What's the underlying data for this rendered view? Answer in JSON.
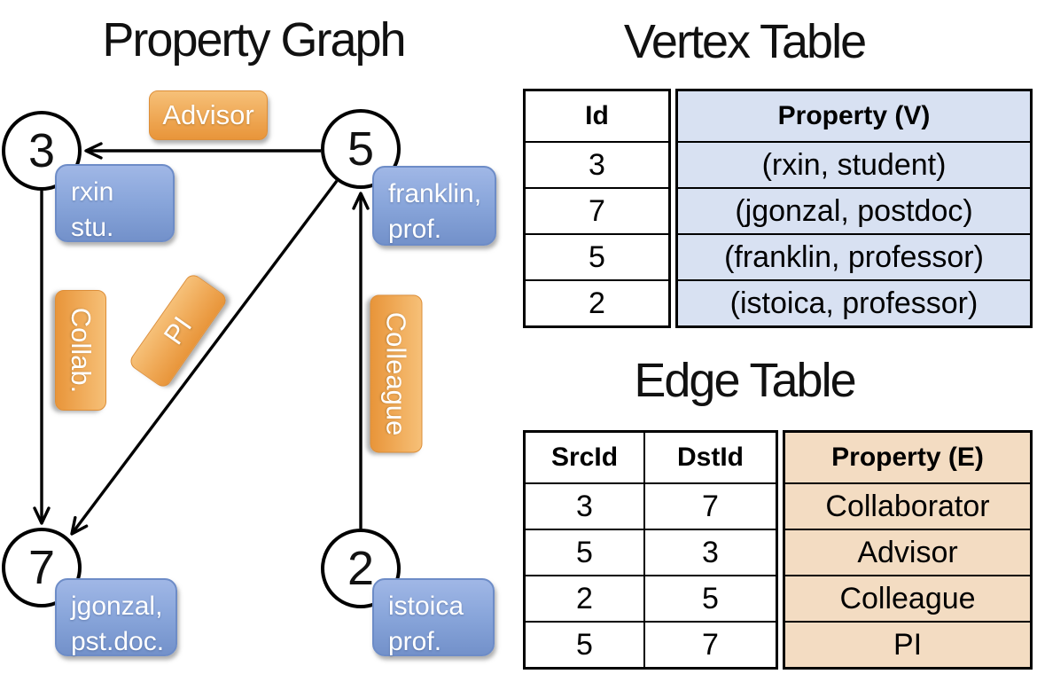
{
  "slide": {
    "graph_title": "Property Graph",
    "vertex_table_title": "Vertex Table",
    "edge_table_title": "Edge Table"
  },
  "graph": {
    "vertices": [
      {
        "id": "3",
        "line1": "rxin",
        "line2": "stu."
      },
      {
        "id": "5",
        "line1": "franklin,",
        "line2": "prof."
      },
      {
        "id": "7",
        "line1": "jgonzal,",
        "line2": "pst.doc."
      },
      {
        "id": "2",
        "line1": "istoica",
        "line2": "prof."
      }
    ],
    "edges": [
      {
        "label": "Advisor",
        "src": "5",
        "dst": "3"
      },
      {
        "label": "Collab.",
        "src": "3",
        "dst": "7"
      },
      {
        "label": "PI",
        "src": "5",
        "dst": "7"
      },
      {
        "label": "Colleague",
        "src": "2",
        "dst": "5"
      }
    ]
  },
  "vertex_table": {
    "title": "Vertex Table",
    "columns": [
      "Id",
      "Property (V)"
    ],
    "rows": [
      [
        "3",
        "(rxin, student)"
      ],
      [
        "7",
        "(jgonzal, postdoc)"
      ],
      [
        "5",
        "(franklin, professor)"
      ],
      [
        "2",
        "(istoica, professor)"
      ]
    ]
  },
  "edge_table": {
    "title": "Edge Table",
    "columns": [
      "SrcId",
      "DstId",
      "Property (E)"
    ],
    "rows": [
      [
        "3",
        "7",
        "Collaborator"
      ],
      [
        "5",
        "3",
        "Advisor"
      ],
      [
        "2",
        "5",
        "Colleague"
      ],
      [
        "5",
        "7",
        "PI"
      ]
    ]
  },
  "colors": {
    "edge_label_orange": "#EFA24C",
    "vertex_label_blue": "#87A4DA",
    "vertex_table_cell_blue": "#D8E1F2",
    "edge_table_cell_tan": "#F3DCC2",
    "line_black": "#000000"
  }
}
